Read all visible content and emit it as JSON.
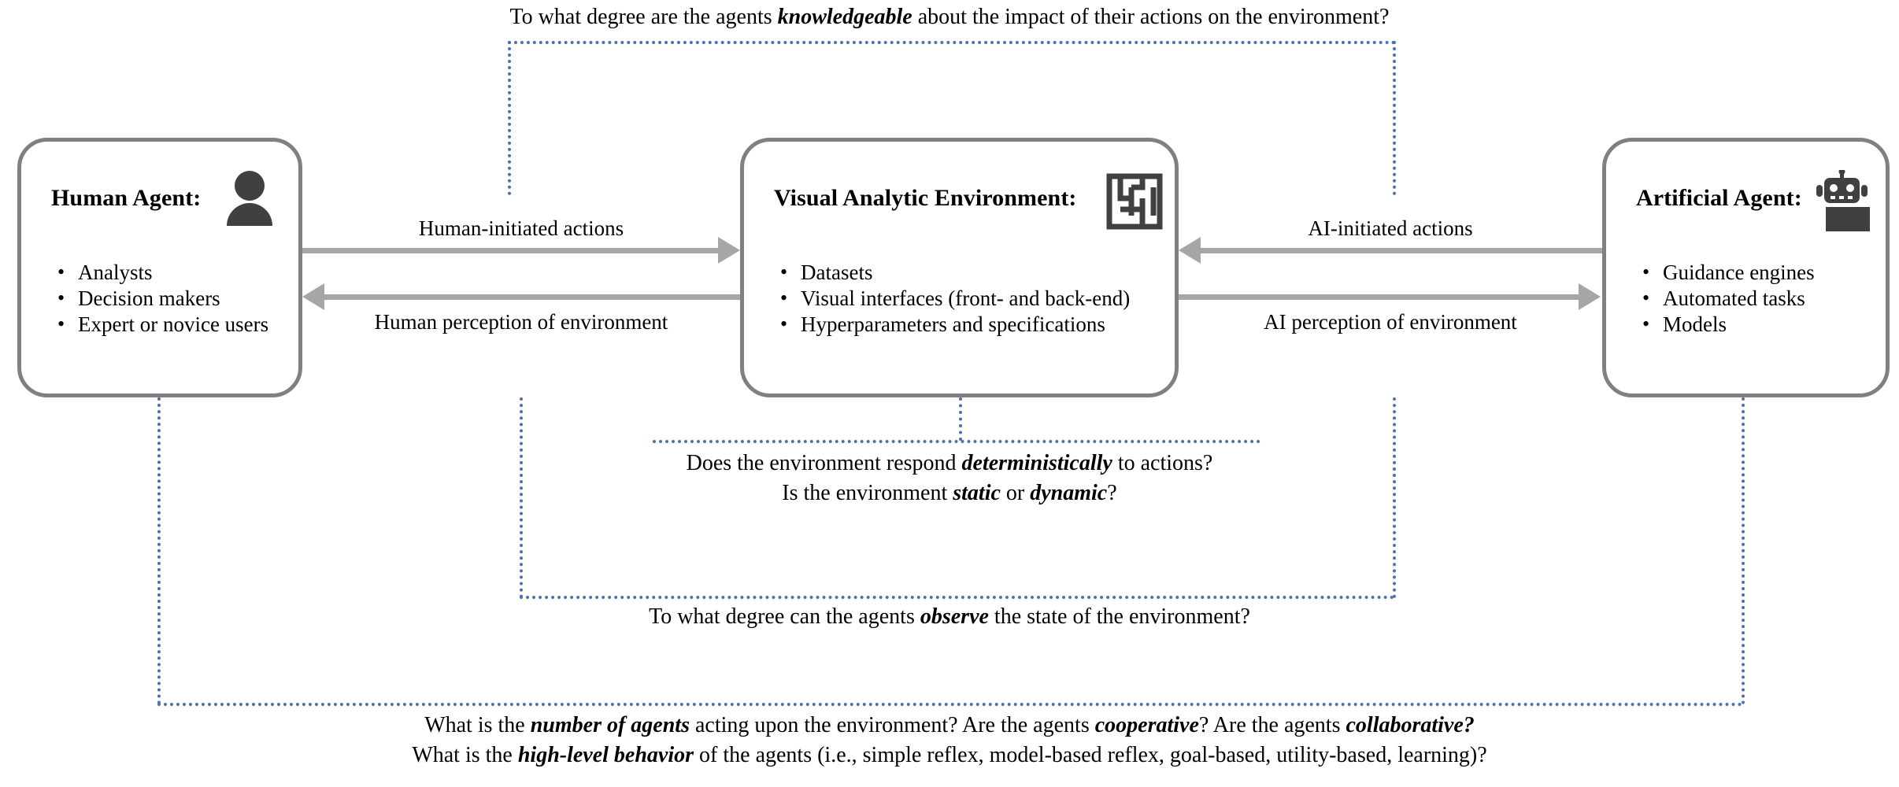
{
  "diagram": {
    "title": "Human-AI agent interaction in a visual analytic environment",
    "colors": {
      "box_border": "#808080",
      "arrow": "#a6a6a6",
      "dotted_connector": "#4a72b0",
      "icon": "#404040",
      "text": "#000000",
      "background": "#ffffff"
    }
  },
  "boxes": [
    {
      "id": "human-agent",
      "title": "Human Agent:",
      "icon": "person-icon",
      "items": [
        "Analysts",
        "Decision makers",
        "Expert or novice users"
      ]
    },
    {
      "id": "visual-analytic-environment",
      "title": "Visual Analytic Environment:",
      "icon": "maze-icon",
      "items": [
        "Datasets",
        "Visual interfaces (front- and back-end)",
        "Hyperparameters and specifications"
      ]
    },
    {
      "id": "artificial-agent",
      "title": "Artificial Agent:",
      "icon": "robot-icon",
      "items": [
        "Guidance engines",
        "Automated tasks",
        "Models"
      ]
    }
  ],
  "arrows": [
    {
      "id": "human-initiated-actions",
      "label": "Human-initiated actions",
      "direction": "right",
      "from": "human-agent",
      "to": "visual-analytic-environment"
    },
    {
      "id": "human-perception-of-environment",
      "label": "Human perception of environment",
      "direction": "left",
      "from": "visual-analytic-environment",
      "to": "human-agent"
    },
    {
      "id": "ai-initiated-actions",
      "label": "AI-initiated actions",
      "direction": "left",
      "from": "artificial-agent",
      "to": "visual-analytic-environment"
    },
    {
      "id": "ai-perception-of-environment",
      "label": "AI perception of environment",
      "direction": "right",
      "from": "visual-analytic-environment",
      "to": "artificial-agent"
    }
  ],
  "questions": {
    "knowledgeable": {
      "id": "question-knowledgeable",
      "position": "top",
      "lines": [
        [
          {
            "t": "To what degree are the agents ",
            "em": false
          },
          {
            "t": "knowledgeable",
            "em": true
          },
          {
            "t": " about the impact of their actions on the environment?",
            "em": false
          }
        ]
      ]
    },
    "deterministic_static_dynamic": {
      "id": "question-deterministic-static-dynamic",
      "position": "center-below",
      "lines": [
        [
          {
            "t": "Does the environment respond ",
            "em": false
          },
          {
            "t": "deterministically",
            "em": true
          },
          {
            "t": " to actions?",
            "em": false
          }
        ],
        [
          {
            "t": "Is the environment ",
            "em": false
          },
          {
            "t": "static",
            "em": true
          },
          {
            "t": " or ",
            "em": false
          },
          {
            "t": "dynamic",
            "em": true
          },
          {
            "t": "?",
            "em": false
          }
        ]
      ]
    },
    "observe": {
      "id": "question-observe",
      "position": "mid-below",
      "lines": [
        [
          {
            "t": "To what degree can the agents ",
            "em": false
          },
          {
            "t": "observe",
            "em": true
          },
          {
            "t": " the state of the environment?",
            "em": false
          }
        ]
      ]
    },
    "number_behavior": {
      "id": "question-number-and-behavior",
      "position": "bottom",
      "lines": [
        [
          {
            "t": "What is the ",
            "em": false
          },
          {
            "t": "number of agents",
            "em": true
          },
          {
            "t": " acting upon the environment? Are the agents ",
            "em": false
          },
          {
            "t": "cooperative",
            "em": true
          },
          {
            "t": "? Are the agents ",
            "em": false
          },
          {
            "t": "collaborative?",
            "em": true
          }
        ],
        [
          {
            "t": "What is the ",
            "em": false
          },
          {
            "t": "high-level behavior",
            "em": true
          },
          {
            "t": " of the agents (i.e., simple reflex, model-based reflex, goal-based, utility-based, learning)?",
            "em": false
          }
        ]
      ]
    }
  }
}
